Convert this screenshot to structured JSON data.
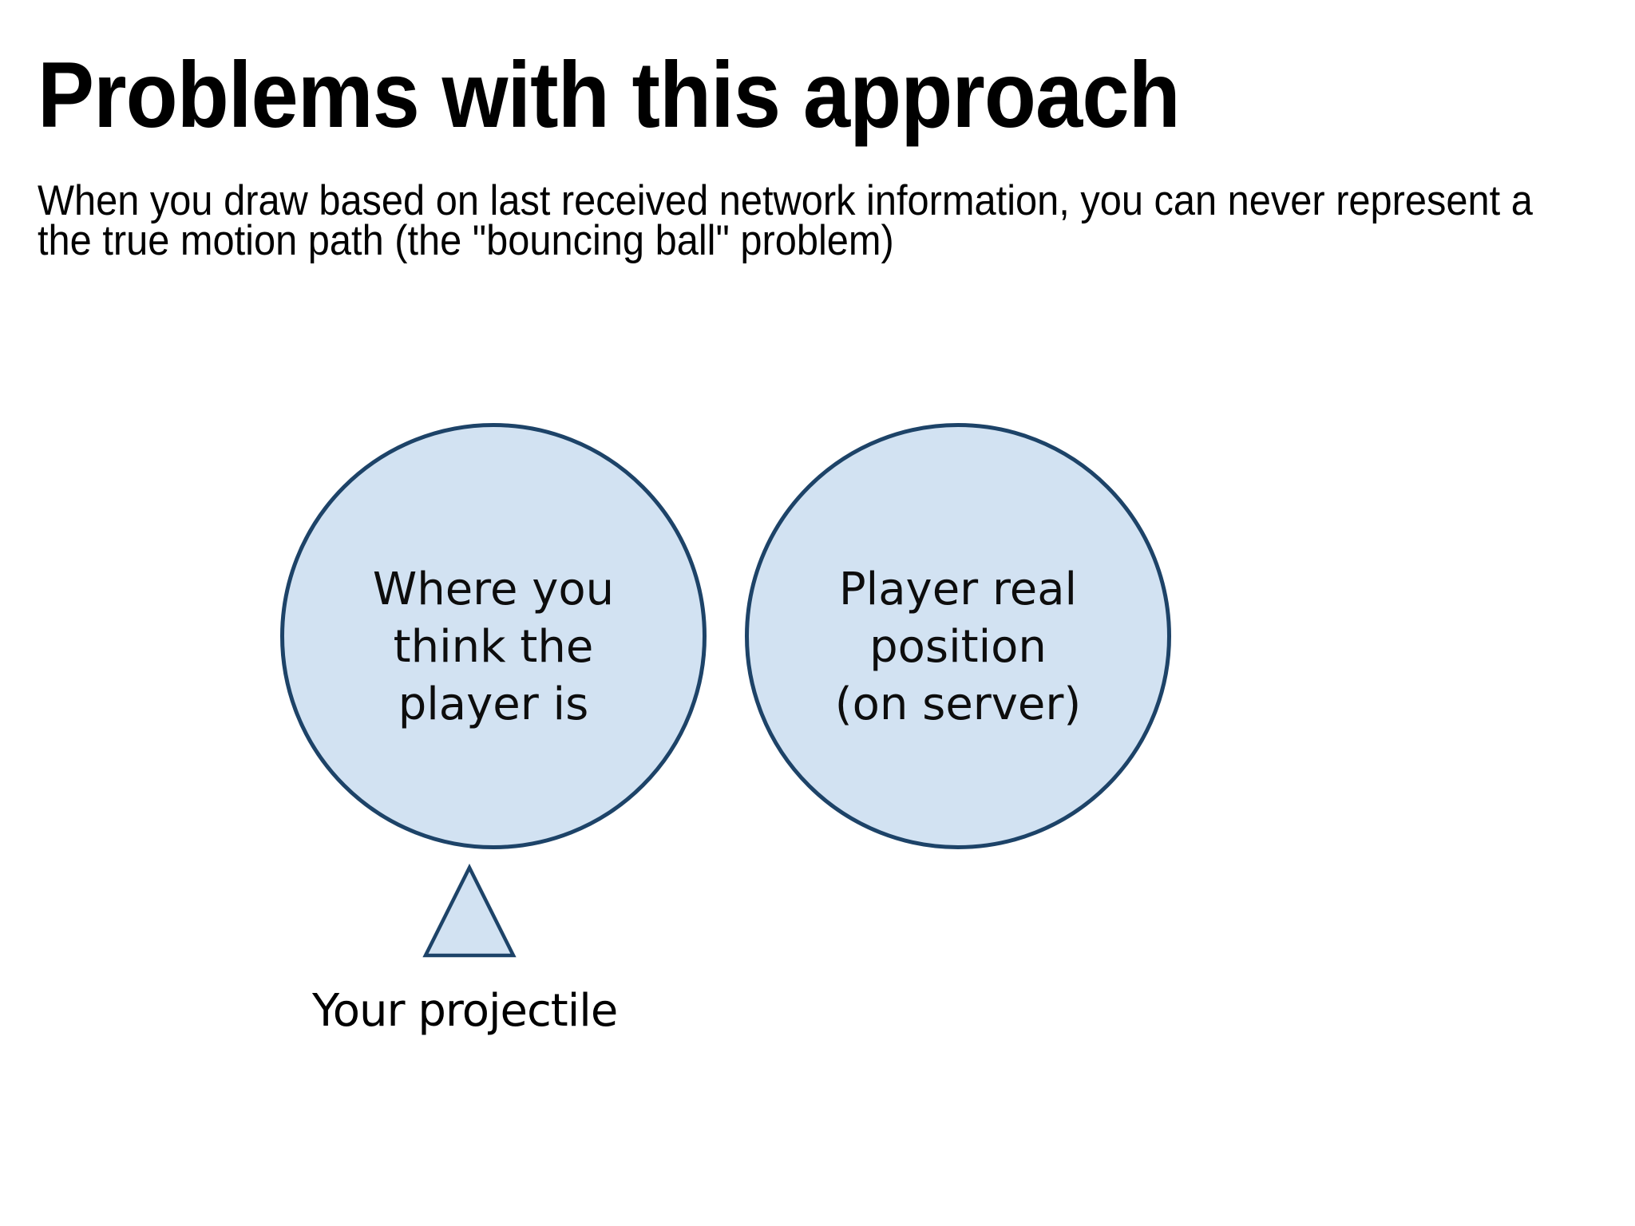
{
  "slide": {
    "title": "Problems with this approach",
    "subtitle_line1": "When you draw based on last received network information, you can never represent a",
    "subtitle_line2": "the true motion path (the \"bouncing ball\" problem)"
  },
  "diagram": {
    "left_circle": {
      "lines": [
        "Where you",
        "think the",
        "player is"
      ]
    },
    "right_circle": {
      "lines": [
        "Player real",
        "position",
        "(on server)"
      ]
    },
    "projectile_label": "Your projectile"
  },
  "colors": {
    "background": "#ffffff",
    "text": "#000000",
    "circle_fill": "#d2e2f2",
    "circle_border": "#1d4368"
  }
}
